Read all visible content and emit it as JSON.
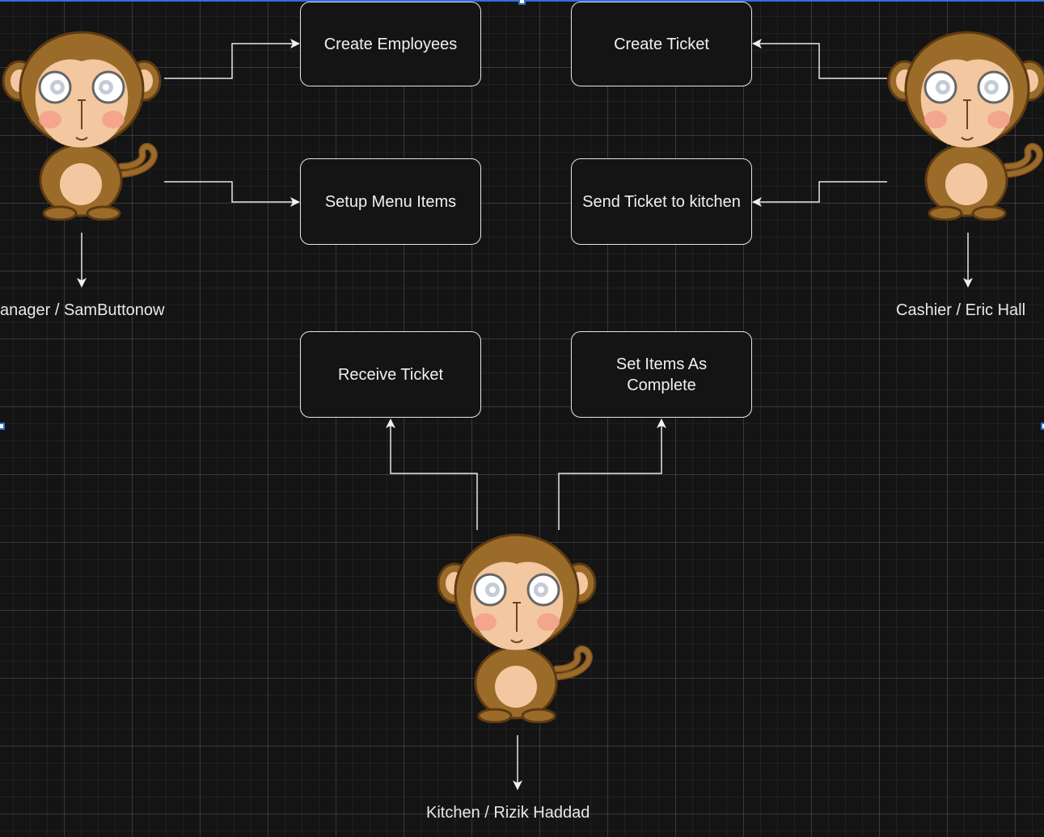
{
  "diagram": {
    "use_cases": {
      "create_employees": "Create Employees",
      "setup_menu_items": "Setup Menu Items",
      "create_ticket": "Create Ticket",
      "send_ticket": "Send Ticket to kitchen",
      "receive_ticket": "Receive Ticket",
      "set_items_complete": "Set Items As\nComplete"
    },
    "actors": {
      "manager": "anager / SamButtonow",
      "cashier": "Cashier / Eric Hall",
      "kitchen": "Kitchen / Rizik Haddad"
    },
    "colors": {
      "background": "#141414",
      "stroke": "#e6e6e6",
      "selection": "#2f6fdb"
    },
    "icons": {
      "actor": "monkey-icon"
    }
  }
}
